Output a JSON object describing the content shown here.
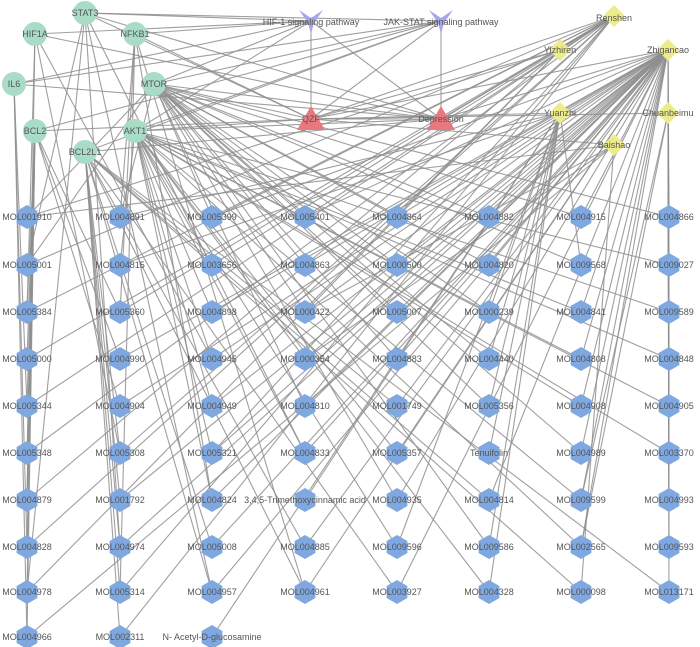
{
  "colors": {
    "background": "#ffffff",
    "edge": "#8e8e8e",
    "target": "#a8dcc6",
    "pathway": "#a6a6ec",
    "core": "#e8787d",
    "herb": "#ecec8a",
    "compound": "#7fa8e0"
  },
  "targets": [
    {
      "id": "STAT3",
      "label": "STAT3"
    },
    {
      "id": "HIF1A",
      "label": "HIF1A"
    },
    {
      "id": "NFKB1",
      "label": "NFKB1"
    },
    {
      "id": "IL6",
      "label": "IL6"
    },
    {
      "id": "MTOR",
      "label": "MTOR"
    },
    {
      "id": "BCL2",
      "label": "BCL2"
    },
    {
      "id": "AKT1",
      "label": "AKT1"
    },
    {
      "id": "BCL2L1",
      "label": "BCL2L1"
    }
  ],
  "pathways": [
    {
      "id": "HIF",
      "label": "HIF-1 signaling pathway"
    },
    {
      "id": "JAK",
      "label": "JAK-STAT signaling pathway"
    }
  ],
  "core_nodes": [
    {
      "id": "QZF",
      "label": "QZF"
    },
    {
      "id": "DEP",
      "label": "Depression"
    }
  ],
  "herbs": [
    {
      "id": "Renshen",
      "label": "Renshen"
    },
    {
      "id": "Yizhiren",
      "label": "Yizhiren"
    },
    {
      "id": "Zhigancao",
      "label": "Zhigancao"
    },
    {
      "id": "Yuanzhi",
      "label": "Yuanzhi"
    },
    {
      "id": "Chuanbeimu",
      "label": "Chuanbeimu"
    },
    {
      "id": "Baishao",
      "label": "Baishao"
    }
  ],
  "compound_columns": [
    [
      "MOL001910",
      "MOL005001",
      "MOL005384",
      "MOL005000",
      "MOL005344",
      "MOL005348",
      "MOL004879",
      "MOL004828",
      "MOL004978",
      "MOL004966"
    ],
    [
      "MOL004891",
      "MOL004815",
      "MOL005360",
      "MOL004990",
      "MOL004904",
      "MOL005308",
      "MOL001792",
      "MOL004974",
      "MOL005314",
      "MOL002311"
    ],
    [
      "MOL005399",
      "MOL003656",
      "MOL004898",
      "MOL004945",
      "MOL004949",
      "MOL005321",
      "MOL004824",
      "MOL005008",
      "MOL004957",
      "N- Acetyl-D-glucosamine"
    ],
    [
      "MOL005401",
      "MOL004863",
      "MOL000422",
      "MOL000354",
      "MOL004810",
      "MOL004833",
      "3,4,5-Trimethoxycinnamic acid",
      "MOL004885",
      "MOL004961"
    ],
    [
      "MOL004864",
      "MOL000500",
      "MOL005007",
      "MOL004883",
      "MOL001749",
      "MOL005357",
      "MOL004935",
      "MOL009596",
      "MOL003927"
    ],
    [
      "MOL004882",
      "MOL004820",
      "MOL000239",
      "MOL004440",
      "MOL005356",
      "Tenuifolin",
      "MOL004814",
      "MOL009586",
      "MOL004328"
    ],
    [
      "MOL004915",
      "MOL009568",
      "MOL004841",
      "MOL004808",
      "MOL004908",
      "MOL004989",
      "MOL009599",
      "MOL002565",
      "MOL000098"
    ],
    [
      "MOL004866",
      "MOL009027",
      "MOL009589",
      "MOL004848",
      "MOL004905",
      "MOL003370",
      "MOL004993",
      "MOL009593",
      "MOL013171"
    ]
  ],
  "edges": [
    [
      "STAT3",
      "HIF"
    ],
    [
      "STAT3",
      "JAK"
    ],
    [
      "HIF1A",
      "HIF"
    ],
    [
      "NFKB1",
      "HIF"
    ],
    [
      "IL6",
      "HIF"
    ],
    [
      "IL6",
      "JAK"
    ],
    [
      "MTOR",
      "HIF"
    ],
    [
      "MTOR",
      "JAK"
    ],
    [
      "BCL2",
      "JAK"
    ],
    [
      "AKT1",
      "HIF"
    ],
    [
      "AKT1",
      "JAK"
    ],
    [
      "BCL2L1",
      "JAK"
    ],
    [
      "HIF",
      "QZF"
    ],
    [
      "HIF",
      "DEP"
    ],
    [
      "JAK",
      "DEP"
    ],
    [
      "JAK",
      "QZF"
    ],
    [
      "QZF",
      "DEP"
    ],
    [
      "QZF",
      "MTOR"
    ],
    [
      "QZF",
      "AKT1"
    ],
    [
      "QZF",
      "STAT3"
    ],
    [
      "QZF",
      "NFKB1"
    ],
    [
      "QZF",
      "BCL2"
    ],
    [
      "DEP",
      "MTOR"
    ],
    [
      "DEP",
      "AKT1"
    ],
    [
      "DEP",
      "HIF1A"
    ],
    [
      "DEP",
      "IL6"
    ],
    [
      "DEP",
      "BCL2L1"
    ],
    [
      "DEP",
      "STAT3"
    ],
    [
      "Renshen",
      "QZF"
    ],
    [
      "Yizhiren",
      "QZF"
    ],
    [
      "Zhigancao",
      "QZF"
    ],
    [
      "Yuanzhi",
      "QZF"
    ],
    [
      "Chuanbeimu",
      "QZF"
    ],
    [
      "Baishao",
      "QZF"
    ],
    [
      "Renshen",
      "DEP"
    ],
    [
      "Zhigancao",
      "DEP"
    ],
    [
      "MTOR",
      "MOL001910"
    ],
    [
      "MTOR",
      "MOL005001"
    ],
    [
      "MTOR",
      "MOL004891"
    ],
    [
      "MTOR",
      "MOL005399"
    ],
    [
      "MTOR",
      "MOL005401"
    ],
    [
      "MTOR",
      "MOL004864"
    ],
    [
      "MTOR",
      "MOL004882"
    ],
    [
      "MTOR",
      "MOL004915"
    ],
    [
      "MTOR",
      "MOL004866"
    ],
    [
      "MTOR",
      "MOL004863"
    ],
    [
      "MTOR",
      "MOL000500"
    ],
    [
      "MTOR",
      "MOL004820"
    ],
    [
      "MTOR",
      "MOL009568"
    ],
    [
      "MTOR",
      "MOL000422"
    ],
    [
      "MTOR",
      "MOL005007"
    ],
    [
      "MTOR",
      "MOL000239"
    ],
    [
      "MTOR",
      "MOL004883"
    ],
    [
      "MTOR",
      "MOL004440"
    ],
    [
      "MTOR",
      "MOL004810"
    ],
    [
      "MTOR",
      "MOL005356"
    ],
    [
      "MTOR",
      "MOL004989"
    ],
    [
      "MTOR",
      "MOL004935"
    ],
    [
      "MTOR",
      "MOL009586"
    ],
    [
      "AKT1",
      "MOL004815"
    ],
    [
      "AKT1",
      "MOL003656"
    ],
    [
      "AKT1",
      "MOL004898"
    ],
    [
      "AKT1",
      "MOL004945"
    ],
    [
      "AKT1",
      "MOL004949"
    ],
    [
      "AKT1",
      "MOL005321"
    ],
    [
      "AKT1",
      "MOL004824"
    ],
    [
      "AKT1",
      "MOL000354"
    ],
    [
      "AKT1",
      "MOL004833"
    ],
    [
      "AKT1",
      "MOL005357"
    ],
    [
      "AKT1",
      "MOL004808"
    ],
    [
      "AKT1",
      "MOL004908"
    ],
    [
      "AKT1",
      "MOL004841"
    ],
    [
      "AKT1",
      "MOL004848"
    ],
    [
      "AKT1",
      "MOL004905"
    ],
    [
      "AKT1",
      "MOL003370"
    ],
    [
      "AKT1",
      "MOL009599"
    ],
    [
      "AKT1",
      "MOL002565"
    ],
    [
      "AKT1",
      "MOL004328"
    ],
    [
      "AKT1",
      "MOL009596"
    ],
    [
      "AKT1",
      "MOL009027"
    ],
    [
      "AKT1",
      "MOL009589"
    ],
    [
      "BCL2",
      "MOL005384"
    ],
    [
      "BCL2",
      "MOL005000"
    ],
    [
      "BCL2",
      "MOL005344"
    ],
    [
      "BCL2",
      "MOL005348"
    ],
    [
      "BCL2",
      "MOL005360"
    ],
    [
      "BCL2",
      "MOL004990"
    ],
    [
      "BCL2",
      "MOL004904"
    ],
    [
      "BCL2",
      "MOL004879"
    ],
    [
      "BCL2",
      "MOL004828"
    ],
    [
      "BCL2",
      "MOL004978"
    ],
    [
      "BCL2",
      "MOL004966"
    ],
    [
      "BCL2L1",
      "MOL005308"
    ],
    [
      "BCL2L1",
      "MOL001792"
    ],
    [
      "BCL2L1",
      "MOL004974"
    ],
    [
      "BCL2L1",
      "MOL005314"
    ],
    [
      "BCL2L1",
      "MOL002311"
    ],
    [
      "BCL2L1",
      "MOL005008"
    ],
    [
      "BCL2L1",
      "MOL004957"
    ],
    [
      "BCL2L1",
      "MOL004885"
    ],
    [
      "BCL2L1",
      "MOL004961"
    ],
    [
      "BCL2L1",
      "MOL003927"
    ],
    [
      "BCL2L1",
      "MOL000098"
    ],
    [
      "BCL2L1",
      "MOL013171"
    ],
    [
      "BCL2L1",
      "MOL001749"
    ],
    [
      "BCL2L1",
      "MOL004814"
    ],
    [
      "STAT3",
      "MOL005001"
    ],
    [
      "STAT3",
      "MOL004978"
    ],
    [
      "STAT3",
      "MOL004974"
    ],
    [
      "STAT3",
      "MOL004957"
    ],
    [
      "STAT3",
      "MOL004833"
    ],
    [
      "HIF1A",
      "MOL005384"
    ],
    [
      "HIF1A",
      "MOL004879"
    ],
    [
      "HIF1A",
      "MOL005308"
    ],
    [
      "HIF1A",
      "MOL004945"
    ],
    [
      "NFKB1",
      "MOL004891"
    ],
    [
      "NFKB1",
      "MOL005360"
    ],
    [
      "NFKB1",
      "MOL005314"
    ],
    [
      "NFKB1",
      "MOL004824"
    ],
    [
      "NFKB1",
      "MOL004961"
    ],
    [
      "IL6",
      "MOL004966"
    ],
    [
      "IL6",
      "MOL004828"
    ],
    [
      "IL6",
      "MOL005344"
    ],
    [
      "Zhigancao",
      "MOL004882"
    ],
    [
      "Zhigancao",
      "MOL004864"
    ],
    [
      "Zhigancao",
      "MOL005401"
    ],
    [
      "Zhigancao",
      "MOL004863"
    ],
    [
      "Zhigancao",
      "MOL000500"
    ],
    [
      "Zhigancao",
      "MOL004820"
    ],
    [
      "Zhigancao",
      "MOL005007"
    ],
    [
      "Zhigancao",
      "MOL004883"
    ],
    [
      "Zhigancao",
      "MOL004810"
    ],
    [
      "Zhigancao",
      "MOL001749"
    ],
    [
      "Zhigancao",
      "MOL004833"
    ],
    [
      "Zhigancao",
      "MOL005357"
    ],
    [
      "Zhigancao",
      "MOL004935"
    ],
    [
      "Zhigancao",
      "MOL004885"
    ],
    [
      "Zhigancao",
      "MOL003927"
    ],
    [
      "Zhigancao",
      "MOL004814"
    ],
    [
      "Zhigancao",
      "MOL004915"
    ],
    [
      "Zhigancao",
      "MOL004841"
    ],
    [
      "Zhigancao",
      "MOL004808"
    ],
    [
      "Zhigancao",
      "MOL004908"
    ],
    [
      "Zhigancao",
      "MOL004989"
    ],
    [
      "Zhigancao",
      "MOL009599"
    ],
    [
      "Zhigancao",
      "MOL002565"
    ],
    [
      "Zhigancao",
      "MOL004866"
    ],
    [
      "Zhigancao",
      "MOL004848"
    ],
    [
      "Zhigancao",
      "MOL004905"
    ],
    [
      "Zhigancao",
      "MOL004993"
    ],
    [
      "Zhigancao",
      "MOL005399"
    ],
    [
      "Zhigancao",
      "MOL004898"
    ],
    [
      "Zhigancao",
      "MOL004945"
    ],
    [
      "Zhigancao",
      "MOL004949"
    ],
    [
      "Zhigancao",
      "MOL005321"
    ],
    [
      "Zhigancao",
      "MOL004824"
    ],
    [
      "Zhigancao",
      "MOL004957"
    ],
    [
      "Zhigancao",
      "MOL004990"
    ],
    [
      "Zhigancao",
      "MOL004904"
    ],
    [
      "Zhigancao",
      "MOL001792"
    ],
    [
      "Zhigancao",
      "MOL004974"
    ],
    [
      "Zhigancao",
      "MOL000422"
    ],
    [
      "Zhigancao",
      "MOL000354"
    ],
    [
      "Zhigancao",
      "MOL004961"
    ],
    [
      "Zhigancao",
      "MOL005008"
    ],
    [
      "Renshen",
      "MOL005384"
    ],
    [
      "Renshen",
      "MOL005000"
    ],
    [
      "Renshen",
      "MOL005344"
    ],
    [
      "Renshen",
      "MOL005348"
    ],
    [
      "Renshen",
      "MOL005360"
    ],
    [
      "Renshen",
      "MOL005308"
    ],
    [
      "Renshen",
      "MOL005314"
    ],
    [
      "Renshen",
      "MOL005001"
    ],
    [
      "Renshen",
      "MOL005399"
    ],
    [
      "Renshen",
      "MOL005401"
    ],
    [
      "Renshen",
      "MOL003656"
    ],
    [
      "Renshen",
      "MOL005321"
    ],
    [
      "Renshen",
      "MOL004828"
    ],
    [
      "Renshen",
      "MOL002311"
    ],
    [
      "Yuanzhi",
      "MOL005356"
    ],
    [
      "Yuanzhi",
      "Tenuifolin"
    ],
    [
      "Yuanzhi",
      "MOL004440"
    ],
    [
      "Yuanzhi",
      "MOL009586"
    ],
    [
      "Yuanzhi",
      "MOL009568"
    ],
    [
      "Yuanzhi",
      "MOL009596"
    ],
    [
      "Yuanzhi",
      "MOL004328"
    ],
    [
      "Yuanzhi",
      "MOL000239"
    ],
    [
      "Yuanzhi",
      "3,4,5-Trimethoxycinnamic acid"
    ],
    [
      "Yuanzhi",
      "N- Acetyl-D-glucosamine"
    ],
    [
      "Yuanzhi",
      "MOL004891"
    ],
    [
      "Yuanzhi",
      "MOL004815"
    ],
    [
      "Yizhiren",
      "MOL001910"
    ],
    [
      "Yizhiren",
      "MOL004879"
    ],
    [
      "Yizhiren",
      "MOL004978"
    ],
    [
      "Yizhiren",
      "MOL000422"
    ],
    [
      "Chuanbeimu",
      "MOL004866"
    ],
    [
      "Chuanbeimu",
      "MOL009027"
    ],
    [
      "Chuanbeimu",
      "MOL009589"
    ],
    [
      "Chuanbeimu",
      "MOL004848"
    ],
    [
      "Chuanbeimu",
      "MOL004905"
    ],
    [
      "Chuanbeimu",
      "MOL003370"
    ],
    [
      "Chuanbeimu",
      "MOL004993"
    ],
    [
      "Chuanbeimu",
      "MOL009593"
    ],
    [
      "Chuanbeimu",
      "MOL013171"
    ],
    [
      "Chuanbeimu",
      "MOL009599"
    ],
    [
      "Chuanbeimu",
      "MOL002565"
    ],
    [
      "Baishao",
      "MOL000098"
    ],
    [
      "Baishao",
      "MOL004966"
    ],
    [
      "Baishao",
      "MOL000422"
    ],
    [
      "Baishao",
      "MOL001910"
    ],
    [
      "Baishao",
      "MOL000354"
    ]
  ]
}
